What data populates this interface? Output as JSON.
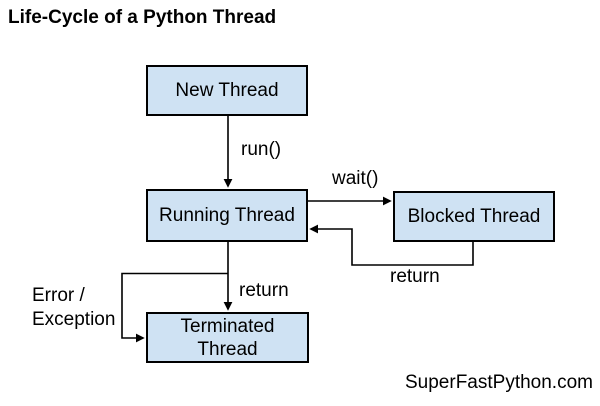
{
  "title": "Life-Cycle of a Python Thread",
  "watermark": "SuperFastPython.com",
  "colors": {
    "background": "#ffffff",
    "node_fill": "#cfe2f3",
    "node_border": "#000000",
    "arrow": "#000000",
    "text": "#000000"
  },
  "diagram": {
    "type": "state-lifecycle-flowchart",
    "nodes": [
      {
        "id": "new-thread",
        "label": "New Thread"
      },
      {
        "id": "running-thread",
        "label": "Running Thread"
      },
      {
        "id": "blocked-thread",
        "label": "Blocked Thread"
      },
      {
        "id": "terminated-thread",
        "label": "Terminated\nThread"
      }
    ],
    "edges": [
      {
        "from": "new-thread",
        "to": "running-thread",
        "label": "run()"
      },
      {
        "from": "running-thread",
        "to": "blocked-thread",
        "label": "wait()"
      },
      {
        "from": "blocked-thread",
        "to": "running-thread",
        "label": "return"
      },
      {
        "from": "running-thread",
        "to": "terminated-thread",
        "label": "return"
      },
      {
        "from": "running-thread",
        "to": "terminated-thread",
        "label": "Error /\nException"
      }
    ]
  }
}
